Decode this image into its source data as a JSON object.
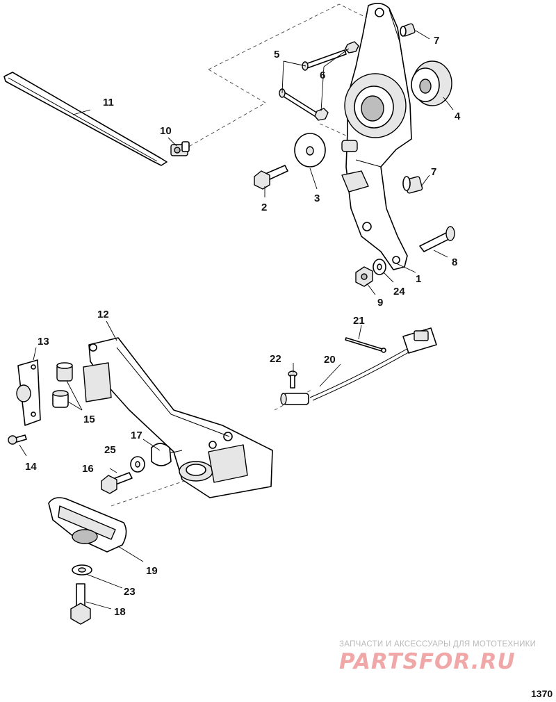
{
  "callouts": [
    {
      "id": "1",
      "label": "1"
    },
    {
      "id": "2",
      "label": "2"
    },
    {
      "id": "3",
      "label": "3"
    },
    {
      "id": "4",
      "label": "4"
    },
    {
      "id": "5",
      "label": "5"
    },
    {
      "id": "6",
      "label": "6"
    },
    {
      "id": "7a",
      "label": "7"
    },
    {
      "id": "7b",
      "label": "7"
    },
    {
      "id": "8",
      "label": "8"
    },
    {
      "id": "9",
      "label": "9"
    },
    {
      "id": "10",
      "label": "10"
    },
    {
      "id": "11",
      "label": "11"
    },
    {
      "id": "12",
      "label": "12"
    },
    {
      "id": "13",
      "label": "13"
    },
    {
      "id": "14",
      "label": "14"
    },
    {
      "id": "15",
      "label": "15"
    },
    {
      "id": "16",
      "label": "16"
    },
    {
      "id": "17",
      "label": "17"
    },
    {
      "id": "18",
      "label": "18"
    },
    {
      "id": "19",
      "label": "19"
    },
    {
      "id": "20",
      "label": "20"
    },
    {
      "id": "21",
      "label": "21"
    },
    {
      "id": "22",
      "label": "22"
    },
    {
      "id": "23",
      "label": "23"
    },
    {
      "id": "24",
      "label": "24"
    },
    {
      "id": "25",
      "label": "25"
    }
  ],
  "watermark": {
    "tagline": "ЗАПЧАСТИ И АКСЕССУАРЫ ДЛЯ МОТОТЕХНИКИ",
    "logo": "PARTSFOR.RU"
  },
  "figure_number": "1370"
}
